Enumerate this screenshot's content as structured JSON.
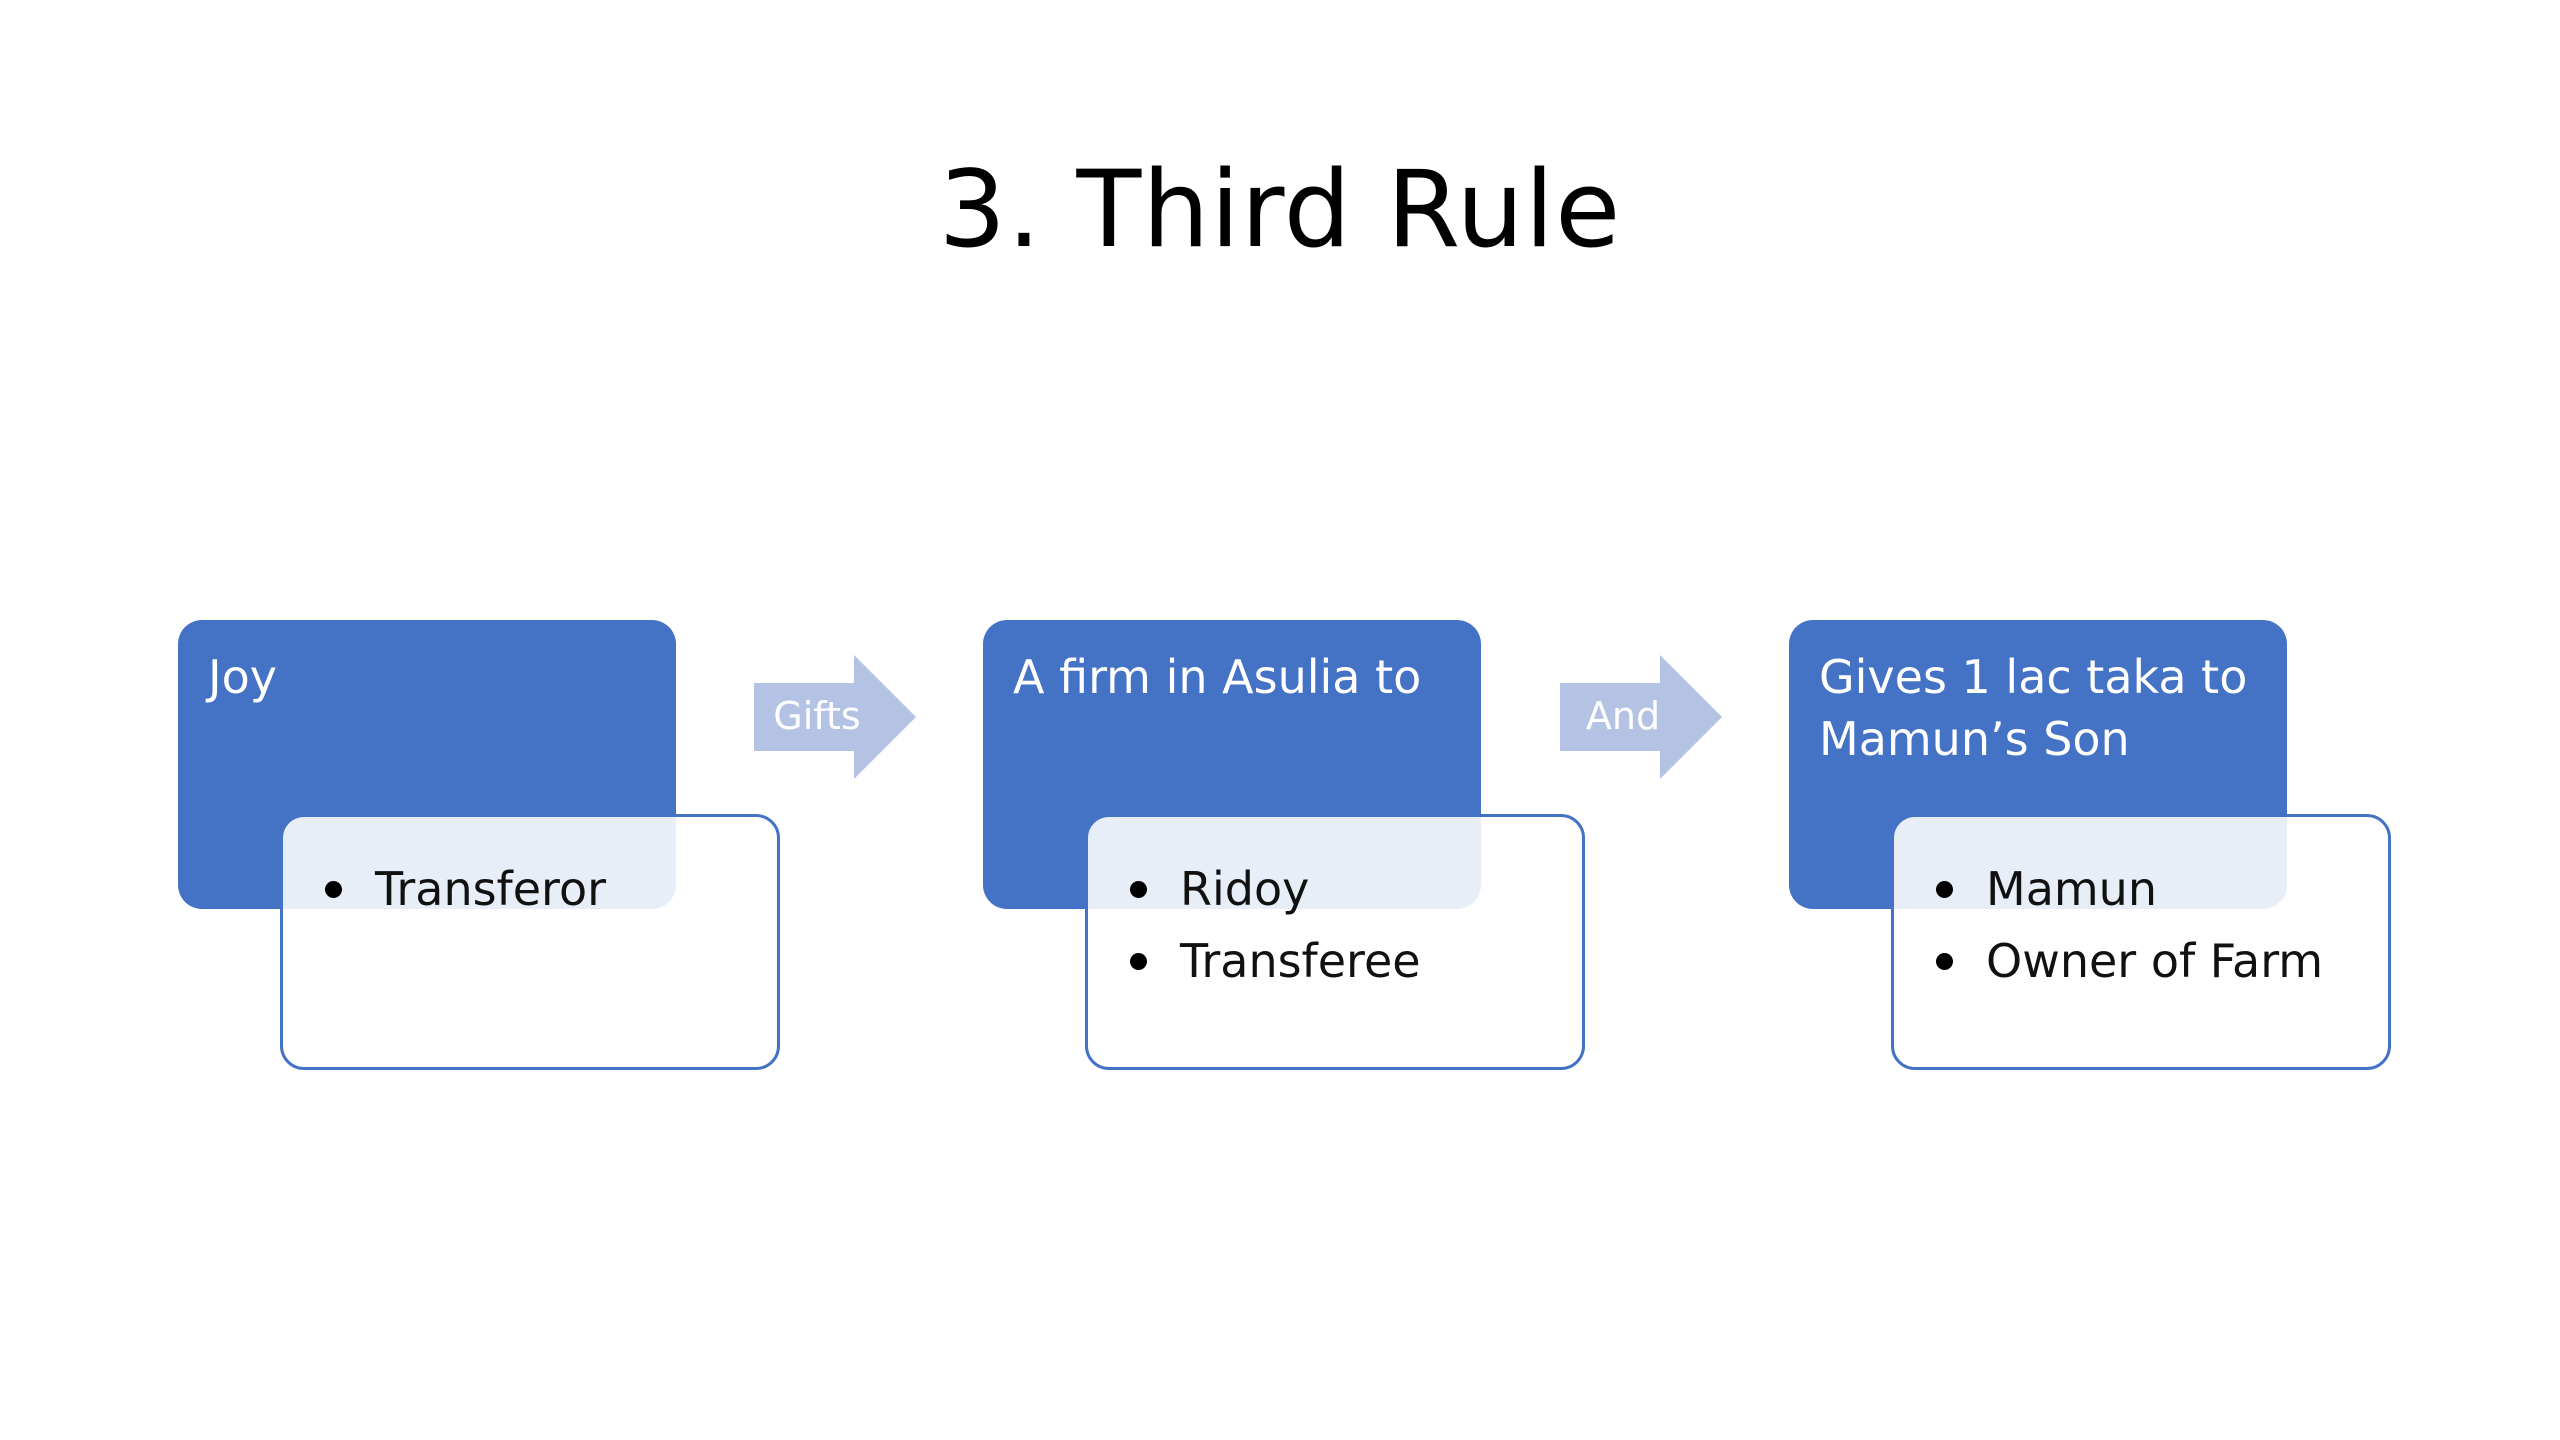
{
  "slide": {
    "title": "3. Third Rule",
    "colors": {
      "box_fill": "#4472c4",
      "connector_fill": "#b4c2e4",
      "detail_border": "#4472c4",
      "background": "#ffffff"
    },
    "steps": [
      {
        "heading": "Joy",
        "details": [
          "Transferor"
        ]
      },
      {
        "heading": "A firm in Asulia to",
        "details": [
          "Ridoy",
          "Transferee"
        ]
      },
      {
        "heading": "Gives 1 lac taka to\nMamun’s Son",
        "details": [
          "Mamun",
          "Owner of Farm"
        ]
      }
    ],
    "connectors": [
      {
        "label": "Gifts",
        "icon": "right-arrow-icon"
      },
      {
        "label": "And",
        "icon": "right-arrow-icon"
      }
    ]
  }
}
